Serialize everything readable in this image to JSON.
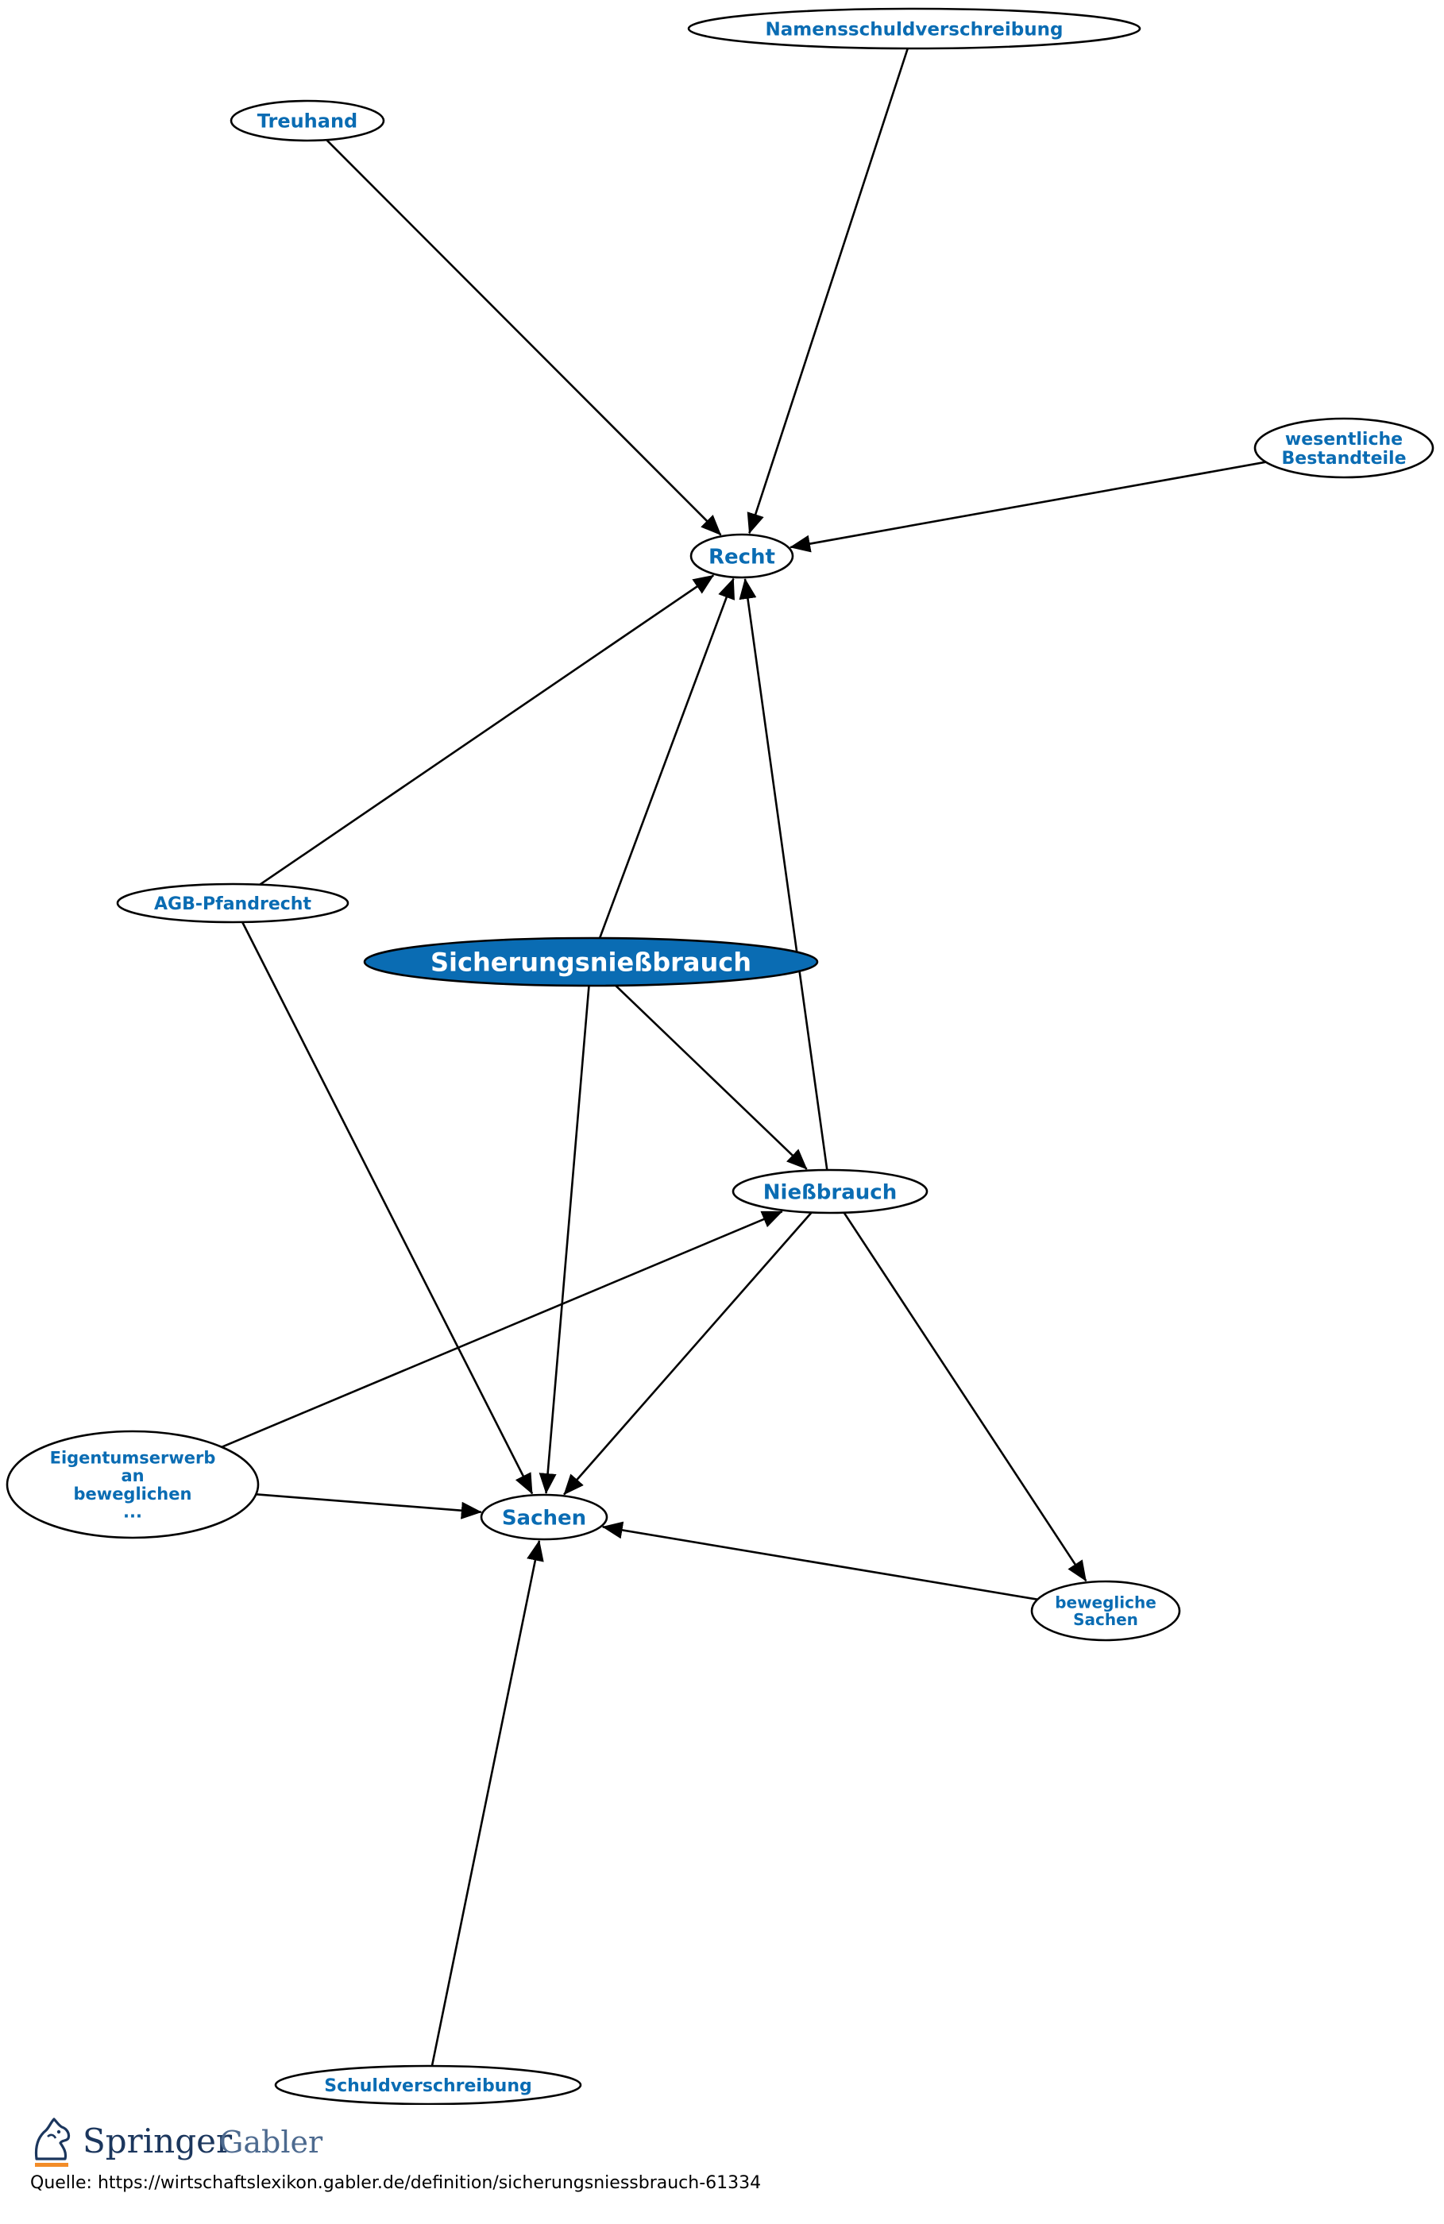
{
  "diagram": {
    "nodes": [
      {
        "id": "namensschuldverschreibung",
        "lines": [
          "Namensschuldverschreibung"
        ]
      },
      {
        "id": "treuhand",
        "lines": [
          "Treuhand"
        ]
      },
      {
        "id": "wesentliche_bestandteile",
        "lines": [
          "wesentliche",
          "Bestandteile"
        ]
      },
      {
        "id": "recht",
        "lines": [
          "Recht"
        ]
      },
      {
        "id": "agb_pfandrecht",
        "lines": [
          "AGB-Pfandrecht"
        ]
      },
      {
        "id": "sicherungsniessbrauch",
        "lines": [
          "Sicherungsnießbrauch"
        ],
        "central": true
      },
      {
        "id": "niessbrauch",
        "lines": [
          "Nießbrauch"
        ]
      },
      {
        "id": "eigentumserwerb",
        "lines": [
          "Eigentumserwerb",
          "an",
          "beweglichen",
          "..."
        ]
      },
      {
        "id": "sachen",
        "lines": [
          "Sachen"
        ]
      },
      {
        "id": "bewegliche_sachen",
        "lines": [
          "bewegliche",
          "Sachen"
        ]
      },
      {
        "id": "schuldverschreibung",
        "lines": [
          "Schuldverschreibung"
        ]
      }
    ],
    "edges": [
      {
        "from": "treuhand",
        "to": "recht"
      },
      {
        "from": "namensschuldverschreibung",
        "to": "recht"
      },
      {
        "from": "wesentliche_bestandteile",
        "to": "recht"
      },
      {
        "from": "agb_pfandrecht",
        "to": "recht"
      },
      {
        "from": "sicherungsniessbrauch",
        "to": "recht"
      },
      {
        "from": "niessbrauch",
        "to": "recht"
      },
      {
        "from": "agb_pfandrecht",
        "to": "sachen"
      },
      {
        "from": "sicherungsniessbrauch",
        "to": "sachen"
      },
      {
        "from": "sicherungsniessbrauch",
        "to": "niessbrauch"
      },
      {
        "from": "eigentumserwerb",
        "to": "niessbrauch"
      },
      {
        "from": "niessbrauch",
        "to": "sachen"
      },
      {
        "from": "niessbrauch",
        "to": "bewegliche_sachen"
      },
      {
        "from": "eigentumserwerb",
        "to": "sachen"
      },
      {
        "from": "bewegliche_sachen",
        "to": "sachen"
      },
      {
        "from": "schuldverschreibung",
        "to": "sachen"
      }
    ]
  },
  "colors": {
    "label": "#0a6cb3",
    "central_fill": "#0a6cb3",
    "central_text": "#ffffff",
    "edge": "#000000",
    "logo_primary": "#1b365d",
    "logo_accent": "#f28c28"
  },
  "footer": {
    "logo_brand": "Springer",
    "logo_sub": "Gabler",
    "logo_icon": "springer-horse-icon",
    "source": "Quelle: https://wirtschaftslexikon.gabler.de/definition/sicherungsniessbrauch-61334"
  }
}
